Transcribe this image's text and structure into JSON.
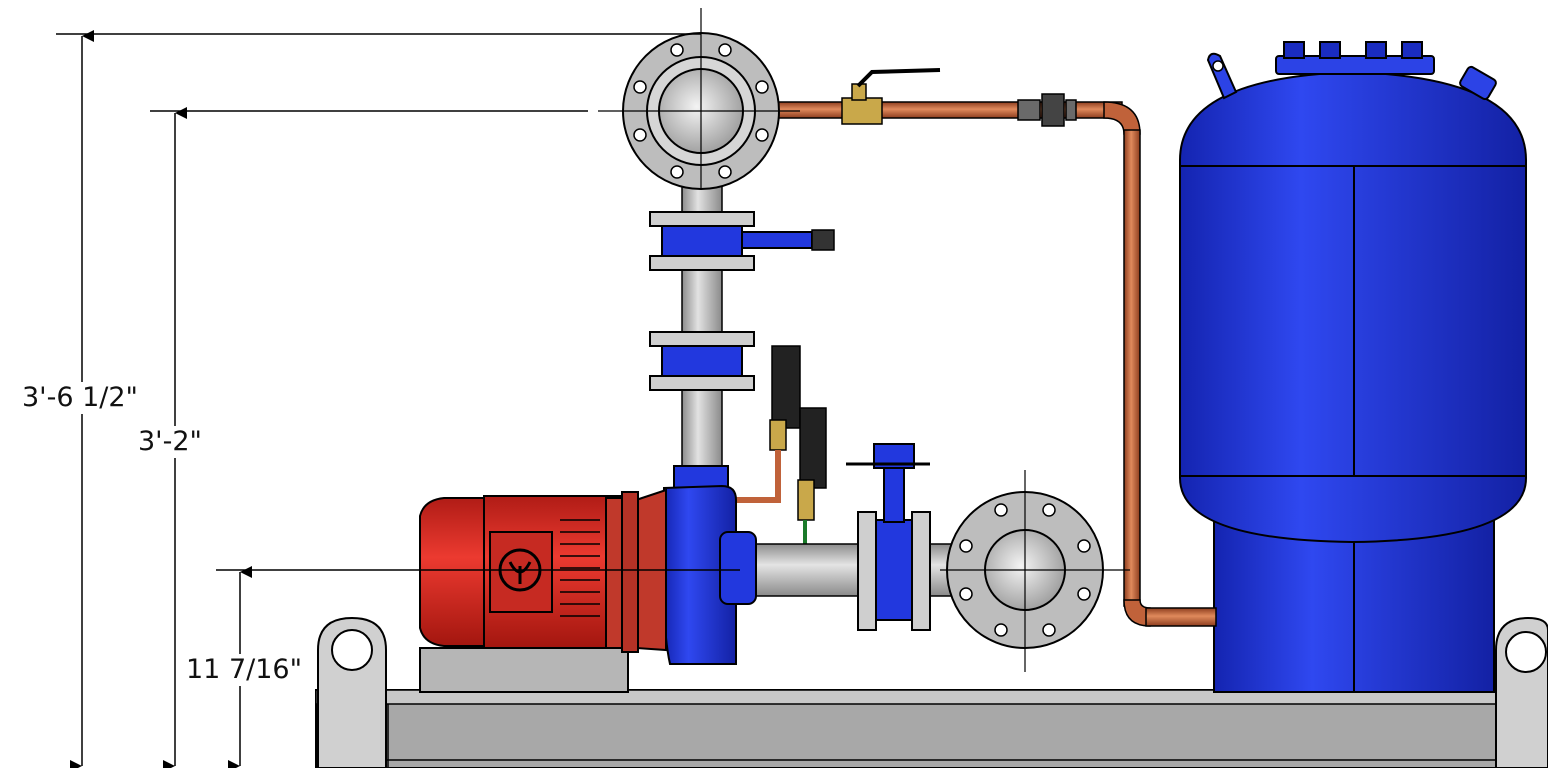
{
  "dimensions": {
    "overall_height": "3'-6 1/2\"",
    "discharge_height": "3'-2\"",
    "suction_height": "11 7/16\""
  },
  "colors": {
    "tank_blue": "#1f33d6",
    "motor_red": "#d42a22",
    "copper_pipe": "#c0623a",
    "steel_gray": "#b9b9b9",
    "frame_gray": "#a9a9a9",
    "brass": "#c9a84a"
  },
  "icons": {
    "motor_logo": "pump-brand-logo-icon",
    "valve_handle": "lever-handle-icon"
  }
}
